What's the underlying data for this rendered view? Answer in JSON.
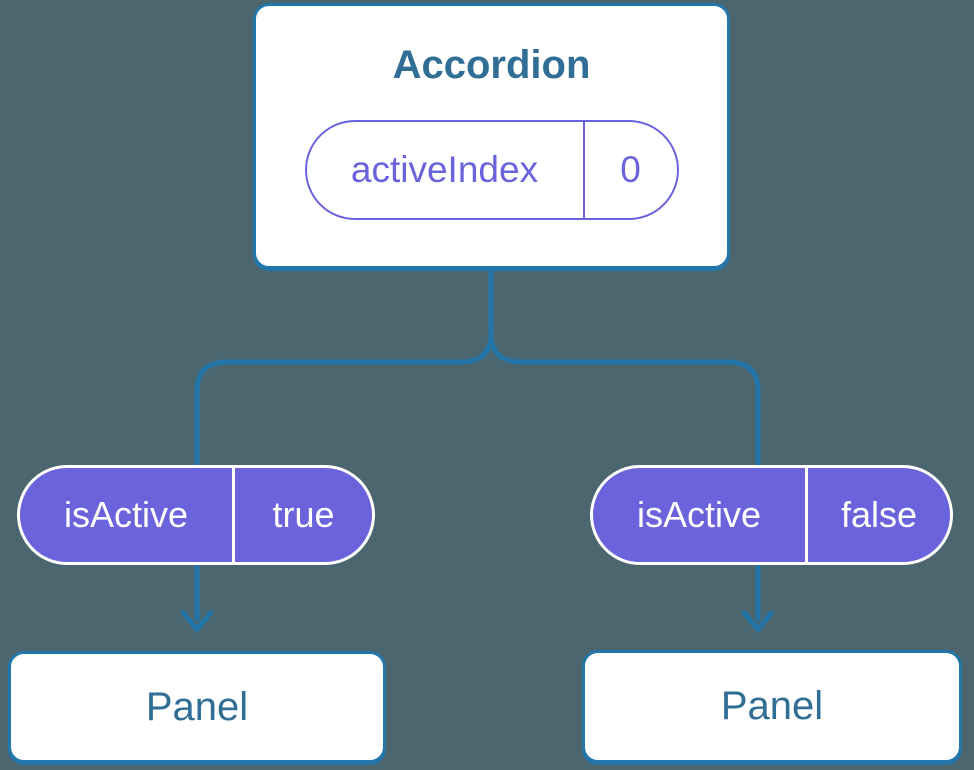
{
  "diagram": {
    "description": "Component tree diagram: Accordion parent holding state, passing props to two Panel children",
    "root": {
      "title": "Accordion",
      "state": {
        "name": "activeIndex",
        "value": "0"
      }
    },
    "branches": [
      {
        "prop": {
          "name": "isActive",
          "value": "true"
        },
        "child": {
          "title": "Panel"
        }
      },
      {
        "prop": {
          "name": "isActive",
          "value": "false"
        },
        "child": {
          "title": "Panel"
        }
      }
    ],
    "colors": {
      "background": "#4C6670",
      "card_fill": "#FFFFFF",
      "card_border": "#2376A9",
      "card_text": "#306E95",
      "pill_purple": "#6A63DC",
      "pill_text_on_purple": "#FFFFFF",
      "connector_blue": "#2275A8"
    }
  }
}
